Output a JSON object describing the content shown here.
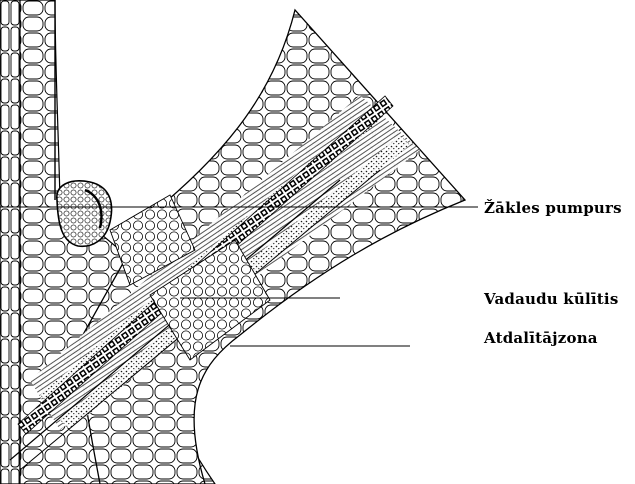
{
  "labels": {
    "bud": "Žākles pumpurs",
    "bundle": "Vadaudu kūlītis",
    "abscission": "Atdalītājzona"
  },
  "colors": {
    "ink": "#000000",
    "paper": "#ffffff"
  }
}
